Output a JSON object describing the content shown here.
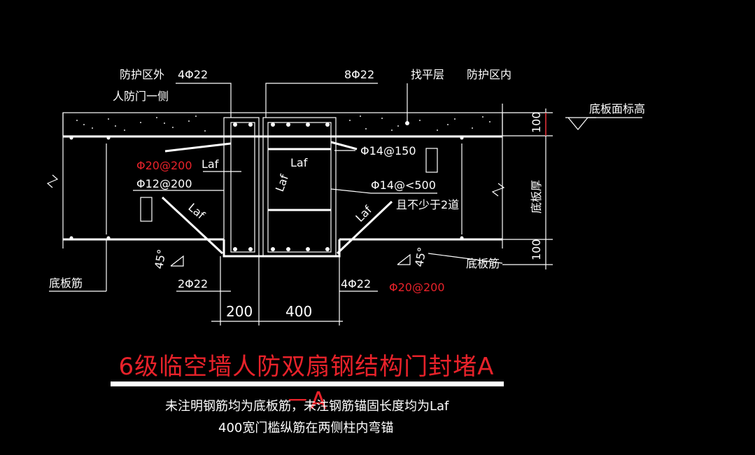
{
  "labels": {
    "outside_zone": "防护区外",
    "door_side": "人防门一侧",
    "rebar_top_left": "4Φ22",
    "rebar_top_right": "8Φ22",
    "leveling_layer": "找平层",
    "inside_zone": "防护区内",
    "slab_top_elev": "底板面标高",
    "dim_100_top": "100",
    "dim_100_bottom": "100",
    "slab_thickness": "底板厚",
    "red_spacing_left": "Φ20@200",
    "tie_12": "Φ12@200",
    "tie_14_150": "Φ14@150",
    "tie_14_500": "Φ14@<500",
    "tie_min": "且不少于2道",
    "laf": "Laf",
    "angle": "45°",
    "slab_rebar_left": "底板筋",
    "slab_rebar_right": "底板筋",
    "rebar_bottom_left": "2Φ22",
    "rebar_bottom_right": "4Φ22",
    "red_spacing_right": "Φ20@200",
    "dim_200": "200",
    "dim_400": "400"
  },
  "title": "6级临空墙人防双扇钢结构门封堵A－A",
  "notes": {
    "line1": "未注明钢筋均为底板筋，未注钢筋锚固长度均为Laf",
    "line2": "400宽门槛纵筋在两侧柱内弯锚"
  },
  "colors": {
    "background": "#000000",
    "line": "#ffffff",
    "accent": "#e8222a"
  }
}
